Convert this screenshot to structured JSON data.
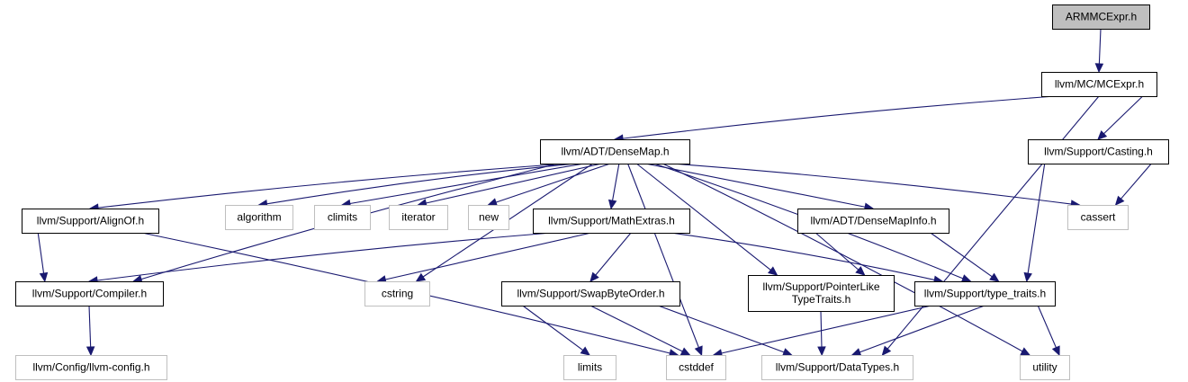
{
  "graph": {
    "nodes": [
      {
        "id": "armmcexpr",
        "label": "ARMMCExpr.h",
        "style": "root"
      },
      {
        "id": "mcexpr",
        "label": "llvm/MC/MCExpr.h",
        "style": "normal"
      },
      {
        "id": "densemap",
        "label": "llvm/ADT/DenseMap.h",
        "style": "normal"
      },
      {
        "id": "casting",
        "label": "llvm/Support/Casting.h",
        "style": "normal"
      },
      {
        "id": "alignof",
        "label": "llvm/Support/AlignOf.h",
        "style": "normal"
      },
      {
        "id": "algorithm",
        "label": "algorithm",
        "style": "external"
      },
      {
        "id": "climits",
        "label": "climits",
        "style": "external"
      },
      {
        "id": "iterator",
        "label": "iterator",
        "style": "external"
      },
      {
        "id": "new",
        "label": "new",
        "style": "external"
      },
      {
        "id": "mathextras",
        "label": "llvm/Support/MathExtras.h",
        "style": "normal"
      },
      {
        "id": "densemapinfo",
        "label": "llvm/ADT/DenseMapInfo.h",
        "style": "normal"
      },
      {
        "id": "cassert",
        "label": "cassert",
        "style": "external"
      },
      {
        "id": "compiler",
        "label": "llvm/Support/Compiler.h",
        "style": "normal"
      },
      {
        "id": "cstring",
        "label": "cstring",
        "style": "external"
      },
      {
        "id": "swapbyteorder",
        "label": "llvm/Support/SwapByteOrder.h",
        "style": "normal"
      },
      {
        "id": "pointerlike",
        "label": "llvm/Support/PointerLike\nTypeTraits.h",
        "style": "normal"
      },
      {
        "id": "typetraits",
        "label": "llvm/Support/type_traits.h",
        "style": "normal"
      },
      {
        "id": "llvmconfig",
        "label": "llvm/Config/llvm-config.h",
        "style": "external"
      },
      {
        "id": "limits",
        "label": "limits",
        "style": "external"
      },
      {
        "id": "cstddef",
        "label": "cstddef",
        "style": "external"
      },
      {
        "id": "datatypes",
        "label": "llvm/Support/DataTypes.h",
        "style": "external"
      },
      {
        "id": "utility",
        "label": "utility",
        "style": "external"
      }
    ],
    "edges": [
      [
        "armmcexpr",
        "mcexpr"
      ],
      [
        "mcexpr",
        "densemap"
      ],
      [
        "mcexpr",
        "casting"
      ],
      [
        "mcexpr",
        "datatypes"
      ],
      [
        "densemap",
        "alignof"
      ],
      [
        "densemap",
        "algorithm"
      ],
      [
        "densemap",
        "climits"
      ],
      [
        "densemap",
        "iterator"
      ],
      [
        "densemap",
        "new"
      ],
      [
        "densemap",
        "mathextras"
      ],
      [
        "densemap",
        "densemapinfo"
      ],
      [
        "densemap",
        "cassert"
      ],
      [
        "densemap",
        "compiler"
      ],
      [
        "densemap",
        "cstring"
      ],
      [
        "densemap",
        "pointerlike"
      ],
      [
        "densemap",
        "typetraits"
      ],
      [
        "densemap",
        "cstddef"
      ],
      [
        "densemap",
        "utility"
      ],
      [
        "casting",
        "cassert"
      ],
      [
        "casting",
        "typetraits"
      ],
      [
        "alignof",
        "compiler"
      ],
      [
        "alignof",
        "cstddef"
      ],
      [
        "mathextras",
        "compiler"
      ],
      [
        "mathextras",
        "cstring"
      ],
      [
        "mathextras",
        "swapbyteorder"
      ],
      [
        "mathextras",
        "typetraits"
      ],
      [
        "densemapinfo",
        "pointerlike"
      ],
      [
        "densemapinfo",
        "typetraits"
      ],
      [
        "compiler",
        "llvmconfig"
      ],
      [
        "swapbyteorder",
        "limits"
      ],
      [
        "swapbyteorder",
        "cstddef"
      ],
      [
        "swapbyteorder",
        "datatypes"
      ],
      [
        "pointerlike",
        "datatypes"
      ],
      [
        "typetraits",
        "cstddef"
      ],
      [
        "typetraits",
        "datatypes"
      ],
      [
        "typetraits",
        "utility"
      ]
    ]
  },
  "colors": {
    "edge": "#191970",
    "root_fill": "#bfbfbf",
    "normal_border": "#000000",
    "external_border": "#bfbfbf"
  }
}
